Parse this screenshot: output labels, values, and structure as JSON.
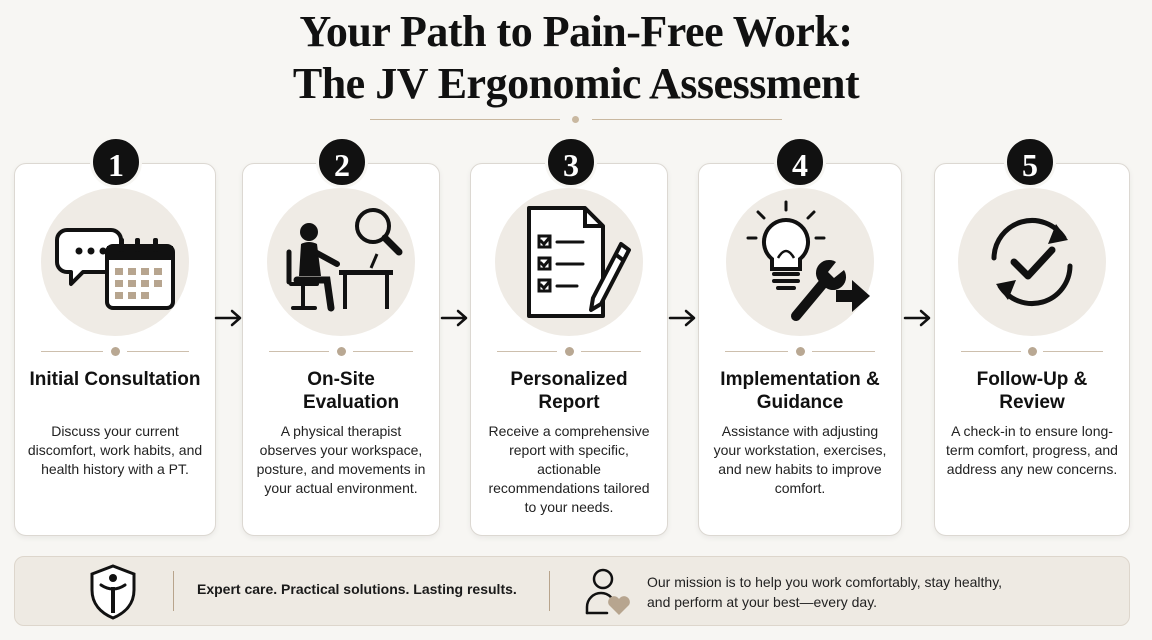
{
  "header": {
    "title_line1": "Your Path to Pain-Free Work:",
    "title_line2": "The JV Ergonomic Assessment"
  },
  "steps": [
    {
      "number": "1",
      "title": "Initial Consultation",
      "description": "Discuss your current discomfort, work habits, and health history with a PT.",
      "icon": "chat-calendar-icon"
    },
    {
      "number": "2",
      "title": "On-Site Evaluation",
      "description": "A physical therapist observes your workspace, posture, and movements in your actual environment.",
      "icon": "person-desk-magnifier-icon"
    },
    {
      "number": "3",
      "title": "Personalized Report",
      "description": "Receive a comprehensive report with specific, actionable recommendations tailored to your needs.",
      "icon": "checklist-pen-icon"
    },
    {
      "number": "4",
      "title": "Implementation & Guidance",
      "description": "Assistance with adjusting your workstation, exercises, and new habits to improve comfort.",
      "icon": "lightbulb-wrench-icon"
    },
    {
      "number": "5",
      "title": "Follow-Up & Review",
      "description": "A check-in to ensure long-term comfort, progress, and address any new concerns.",
      "icon": "refresh-check-icon"
    }
  ],
  "footer": {
    "tagline": "Expert care. Practical solutions. Lasting results.",
    "mission_line1": "Our mission is to help you work comfortably, stay healthy,",
    "mission_line2": "and perform at your best—every day."
  },
  "colors": {
    "accent": "#c9b8a0",
    "icon_bg": "#efebe5",
    "badge": "#111111",
    "footer_bg": "#eeeae3"
  }
}
